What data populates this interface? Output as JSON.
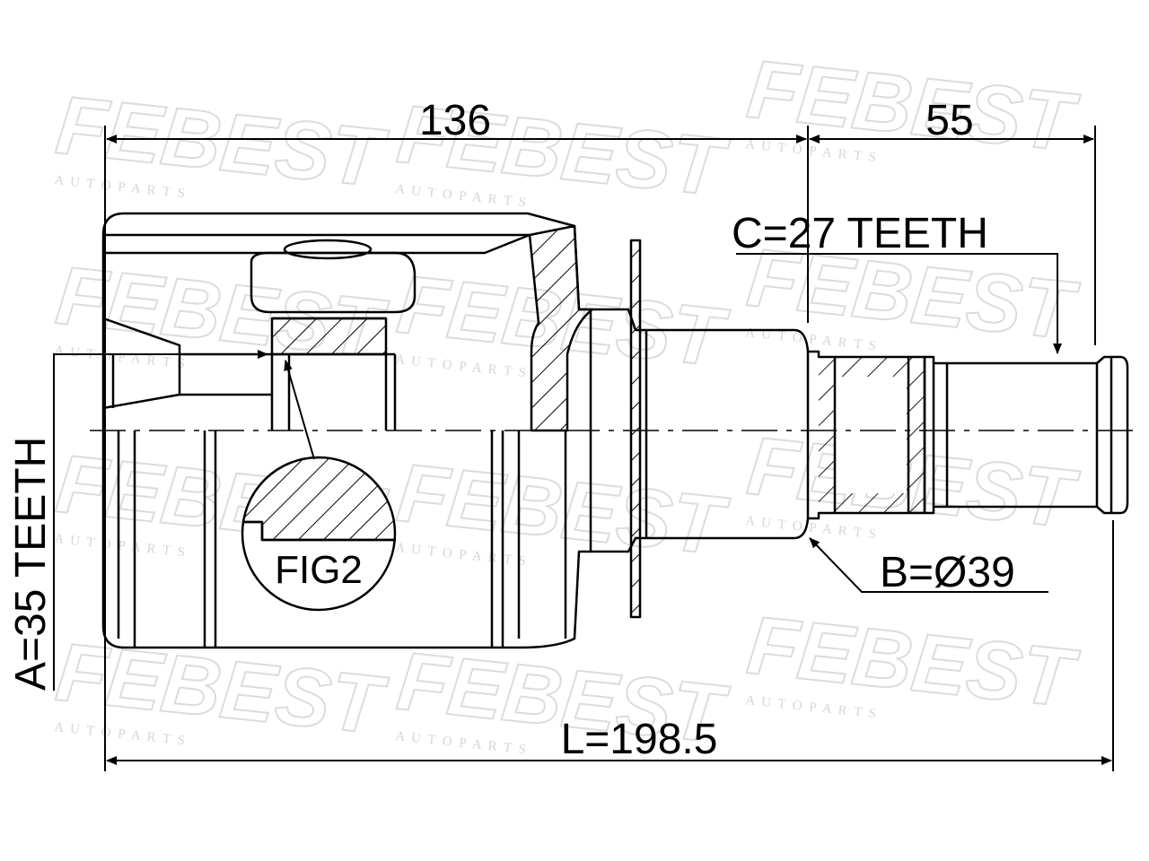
{
  "watermark": {
    "brand": "FEBEST",
    "tagline": "A U T O   P A R T S"
  },
  "dimensions": {
    "top_left": "136",
    "top_right": "55",
    "overall": "L=198.5"
  },
  "callouts": {
    "spline_c": "C=27 TEETH",
    "diameter_b": "B=Ø39",
    "spline_a": "A=35 TEETH",
    "detail": "FIG2"
  },
  "colors": {
    "line": "#000000",
    "watermark": "#dcdcdc"
  }
}
